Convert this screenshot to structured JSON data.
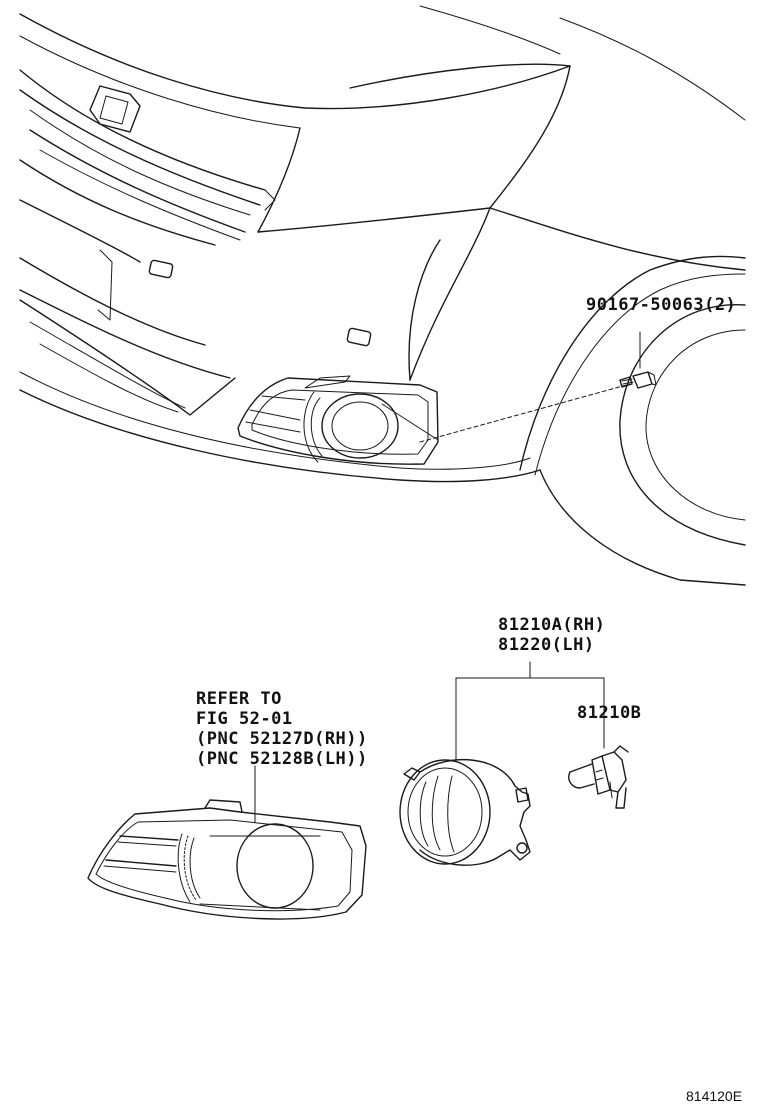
{
  "diagram": {
    "callouts": {
      "bolt": "90167-50063(2)",
      "fog_lamp_rh": "81210A(RH)",
      "fog_lamp_lh": "81220(LH)",
      "bulb": "81210B",
      "refer_line1": "REFER TO",
      "refer_line2": "FIG 52-01",
      "refer_line3": "(PNC 52127D(RH))",
      "refer_line4": "(PNC 52128B(LH))"
    },
    "diagram_id": "814120E",
    "icons": [
      "car-front-bumper-illustration",
      "bolt-icon",
      "fog-lamp-icon",
      "bulb-icon",
      "bezel-cover-icon"
    ]
  }
}
